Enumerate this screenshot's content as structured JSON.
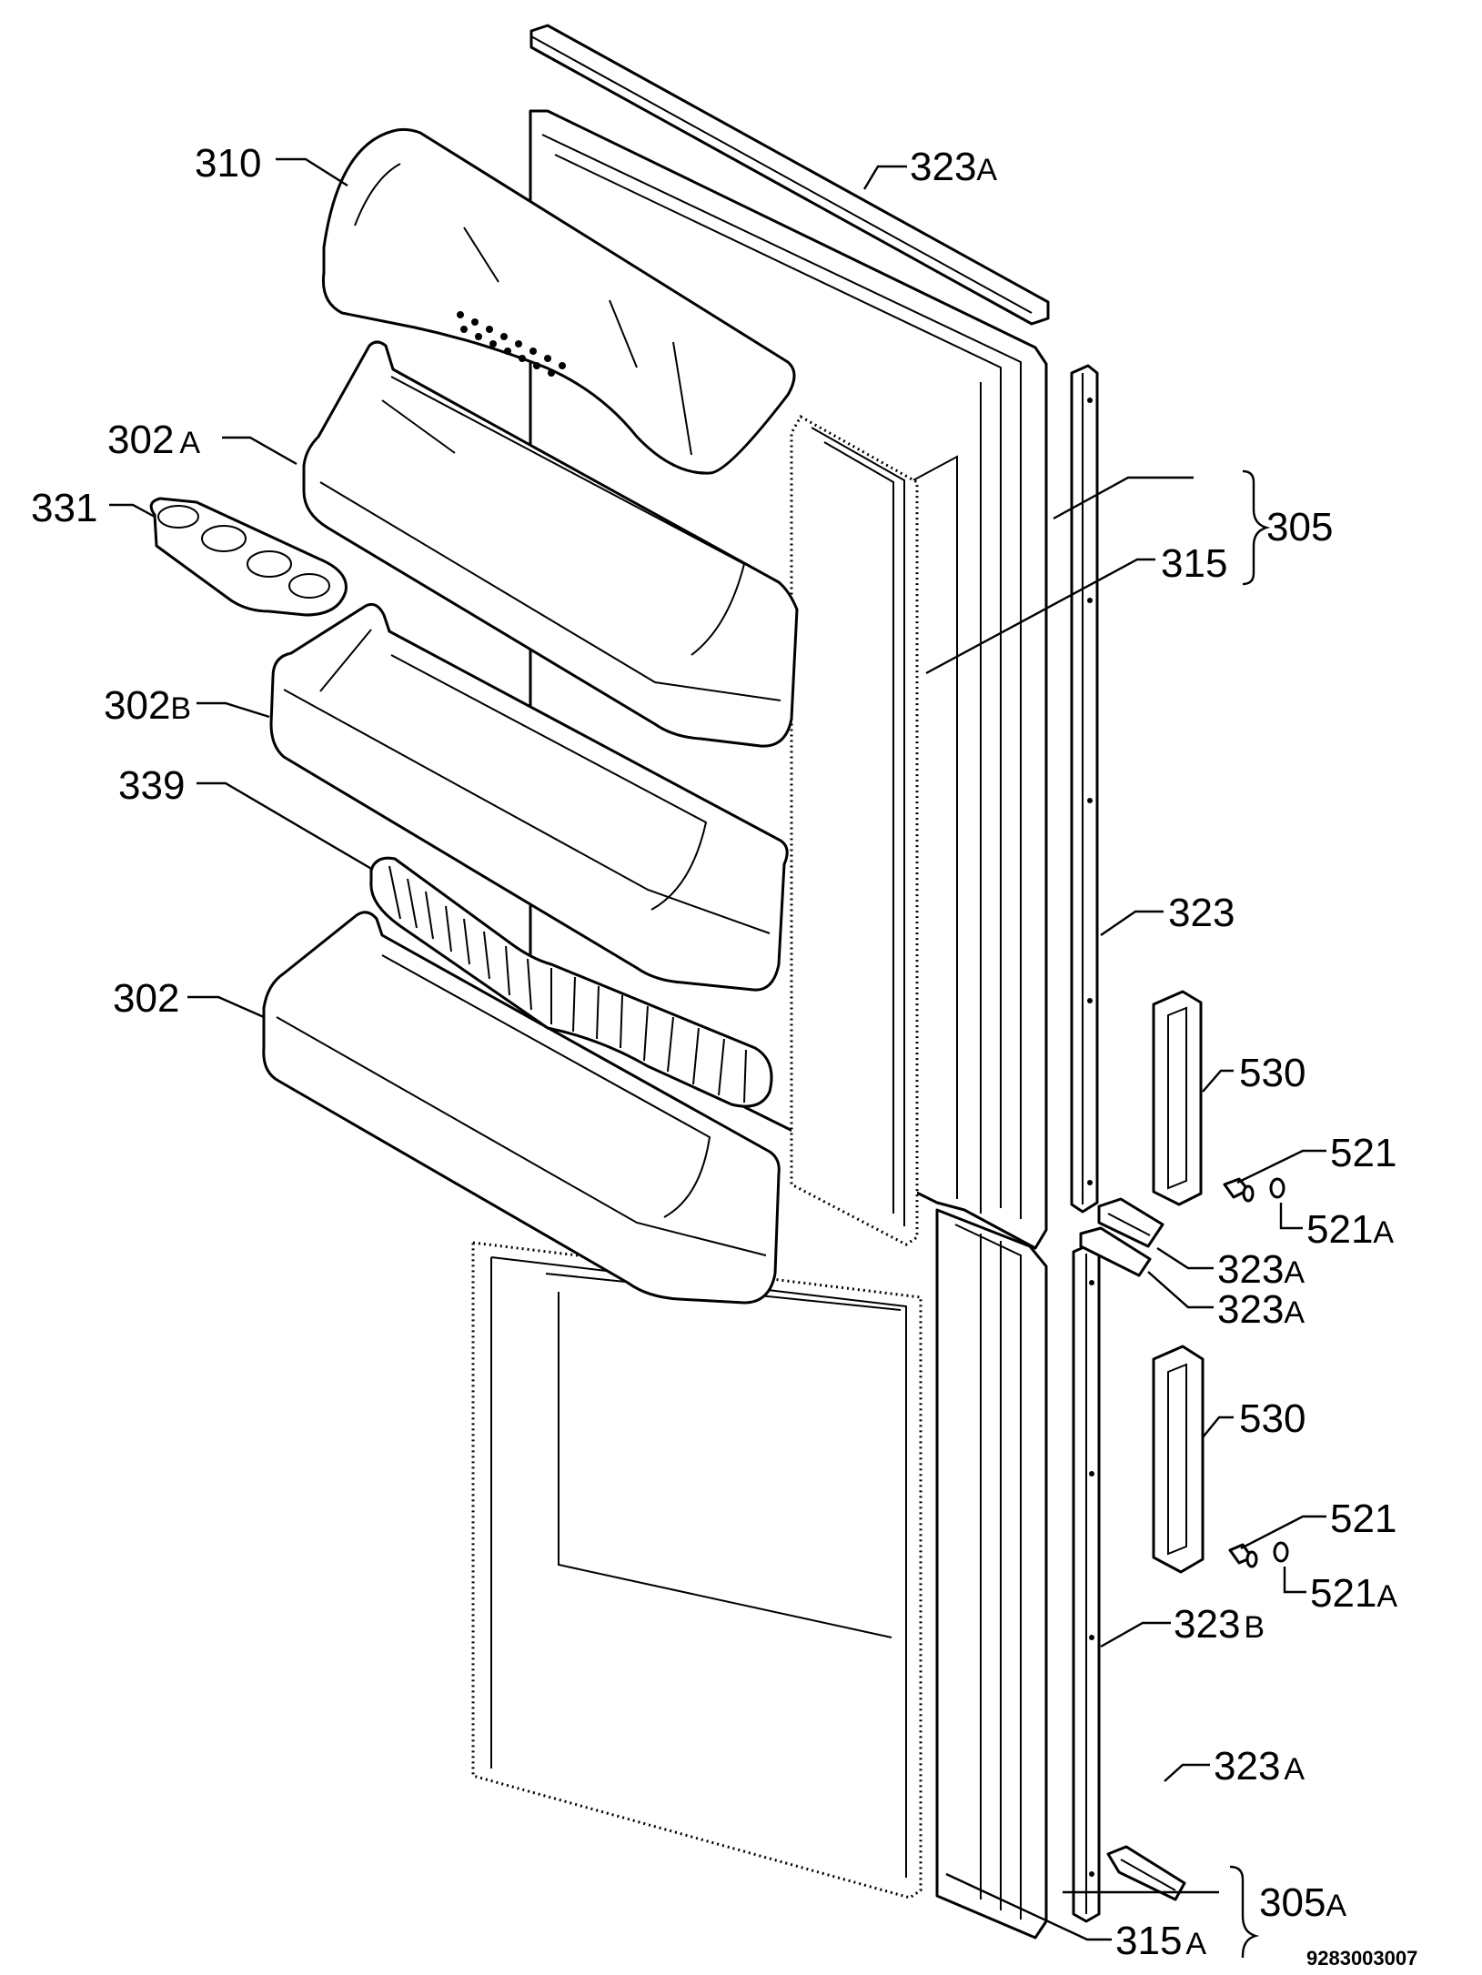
{
  "labels": [
    {
      "id": "lbl-310",
      "main": "310",
      "suffix": ""
    },
    {
      "id": "lbl-323a-top",
      "main": "323",
      "suffix": "A"
    },
    {
      "id": "lbl-302a",
      "main": "302",
      "suffix": "A"
    },
    {
      "id": "lbl-331",
      "main": "331",
      "suffix": ""
    },
    {
      "id": "lbl-305",
      "main": "305",
      "suffix": ""
    },
    {
      "id": "lbl-315",
      "main": "315",
      "suffix": ""
    },
    {
      "id": "lbl-302b",
      "main": "302",
      "suffix": "B"
    },
    {
      "id": "lbl-339",
      "main": "339",
      "suffix": ""
    },
    {
      "id": "lbl-323",
      "main": "323",
      "suffix": ""
    },
    {
      "id": "lbl-302",
      "main": "302",
      "suffix": ""
    },
    {
      "id": "lbl-530-top",
      "main": "530",
      "suffix": ""
    },
    {
      "id": "lbl-521-top",
      "main": "521",
      "suffix": ""
    },
    {
      "id": "lbl-521a-top",
      "main": "521",
      "suffix": "A"
    },
    {
      "id": "lbl-323a-mid1",
      "main": "323",
      "suffix": "A"
    },
    {
      "id": "lbl-323a-mid2",
      "main": "323",
      "suffix": "A"
    },
    {
      "id": "lbl-530-bottom",
      "main": "530",
      "suffix": ""
    },
    {
      "id": "lbl-521-bottom",
      "main": "521",
      "suffix": ""
    },
    {
      "id": "lbl-521a-bottom",
      "main": "521",
      "suffix": "A"
    },
    {
      "id": "lbl-323b",
      "main": "323",
      "suffix": "B"
    },
    {
      "id": "lbl-323a-bottom",
      "main": "323",
      "suffix": "A"
    },
    {
      "id": "lbl-305a",
      "main": "305",
      "suffix": "A"
    },
    {
      "id": "lbl-315a",
      "main": "315",
      "suffix": "A"
    }
  ],
  "drawing_number": "9283003007"
}
